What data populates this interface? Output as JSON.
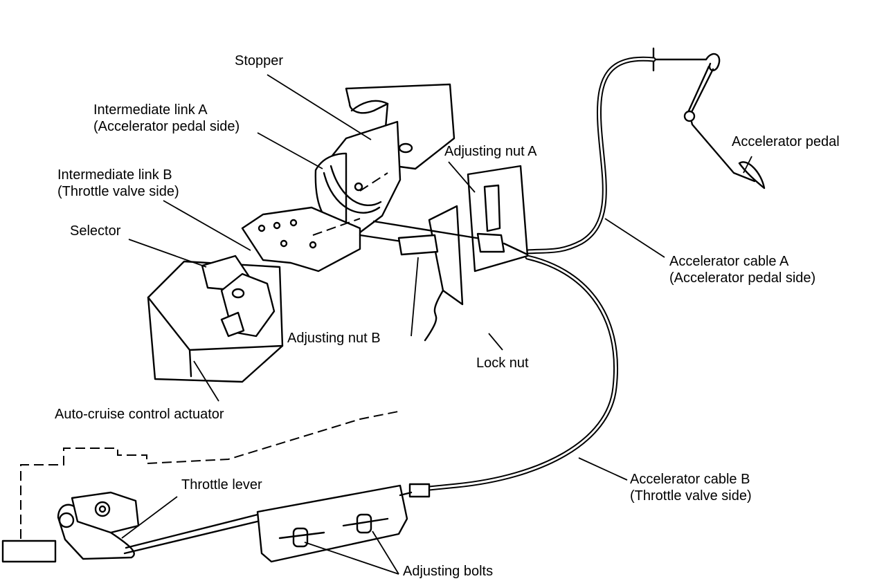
{
  "labels": {
    "stopper": "Stopper",
    "intermediate_link_a_line1": "Intermediate link A",
    "intermediate_link_a_line2": "(Accelerator pedal side)",
    "intermediate_link_b_line1": "Intermediate link B",
    "intermediate_link_b_line2": "(Throttle valve side)",
    "selector": "Selector",
    "adjusting_nut_a": "Adjusting nut A",
    "accelerator_pedal": "Accelerator pedal",
    "accelerator_cable_a_line1": "Accelerator cable A",
    "accelerator_cable_a_line2": "(Accelerator pedal side)",
    "adjusting_nut_b": "Adjusting nut B",
    "lock_nut": "Lock nut",
    "auto_cruise_actuator": "Auto-cruise control actuator",
    "throttle_lever": "Throttle lever",
    "accelerator_cable_b_line1": "Accelerator cable B",
    "accelerator_cable_b_line2": "(Throttle valve side)",
    "adjusting_bolts": "Adjusting bolts"
  }
}
